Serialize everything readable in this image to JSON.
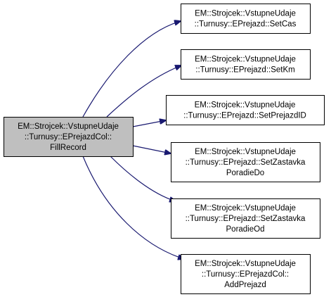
{
  "colors": {
    "source_fill": "#bfbfbf",
    "target_fill": "#ffffff",
    "edge": "#191970",
    "border": "#000000"
  },
  "source": {
    "id": "fillrecord",
    "lines": [
      "EM::Strojcek::VstupneUdaje",
      "::Turnusy::EPrejazdCol::",
      "FillRecord"
    ]
  },
  "targets": [
    {
      "id": "setcas",
      "lines": [
        "EM::Strojcek::VstupneUdaje",
        "::Turnusy::EPrejazd::SetCas"
      ]
    },
    {
      "id": "setkm",
      "lines": [
        "EM::Strojcek::VstupneUdaje",
        "::Turnusy::EPrejazd::SetKm"
      ]
    },
    {
      "id": "setprejazdid",
      "lines": [
        "EM::Strojcek::VstupneUdaje",
        "::Turnusy::EPrejazd::SetPrejazdID"
      ]
    },
    {
      "id": "setzastavkaporadiedo",
      "lines": [
        "EM::Strojcek::VstupneUdaje",
        "::Turnusy::EPrejazd::SetZastavka",
        "PoradieDo"
      ]
    },
    {
      "id": "setzastavkaporadieod",
      "lines": [
        "EM::Strojcek::VstupneUdaje",
        "::Turnusy::EPrejazd::SetZastavka",
        "PoradieOd"
      ]
    },
    {
      "id": "addprejazd",
      "lines": [
        "EM::Strojcek::VstupneUdaje",
        "::Turnusy::EPrejazdCol::",
        "AddPrejazd"
      ]
    }
  ]
}
